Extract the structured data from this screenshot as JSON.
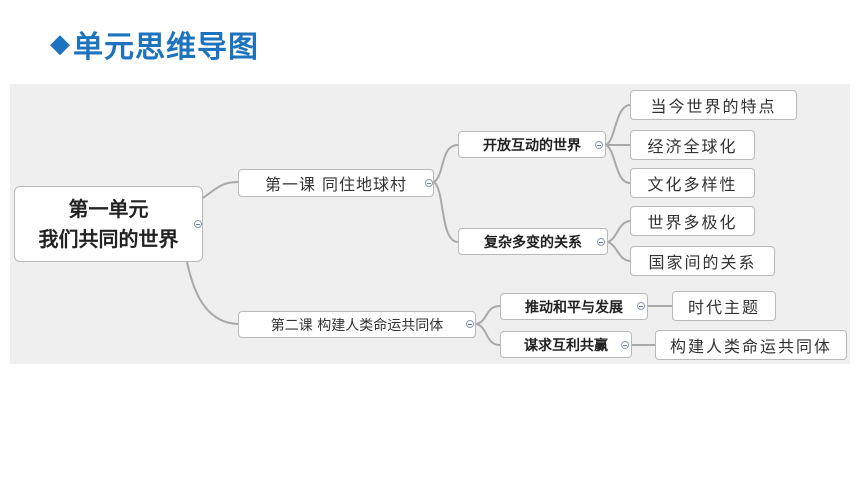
{
  "title": {
    "icon": "diamond-icon",
    "text": "单元思维导图",
    "color": "#1e73be"
  },
  "mindmap": {
    "root": {
      "line1": "第一单元",
      "line2": "我们共同的世界"
    },
    "lessons": [
      {
        "label": "第一课  同住地球村",
        "topics": [
          {
            "label": "开放互动的世界",
            "leaves": [
              "当今世界的特点",
              "经济全球化",
              "文化多样性"
            ]
          },
          {
            "label": "复杂多变的关系",
            "leaves": [
              "世界多极化",
              "国家间的关系"
            ]
          }
        ]
      },
      {
        "label": "第二课  构建人类命运共同体",
        "topics": [
          {
            "label": "推动和平与发展",
            "leaves": [
              "时代主题"
            ]
          },
          {
            "label": "谋求互利共赢",
            "leaves": [
              "构建人类命运共同体"
            ]
          }
        ]
      }
    ],
    "line_color": "#a9a9a9",
    "background": "#efefef"
  }
}
